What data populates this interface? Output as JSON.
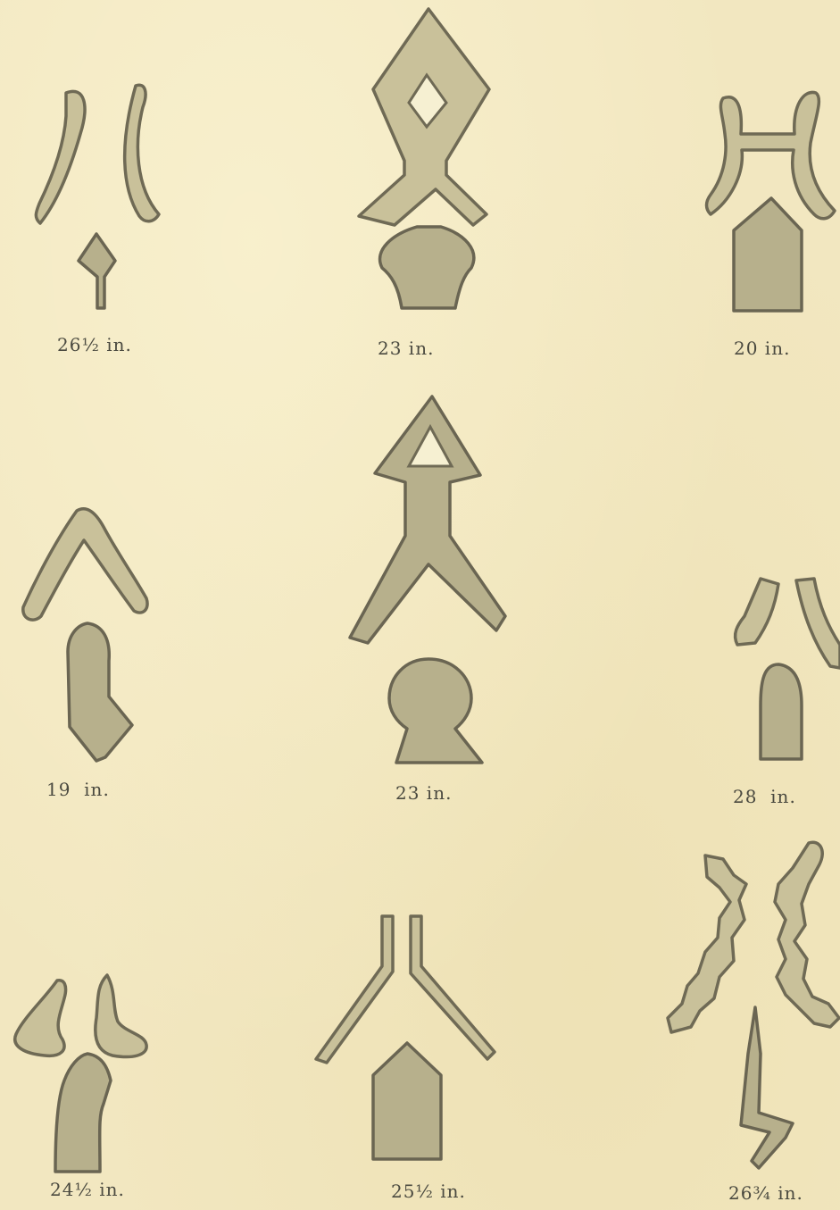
{
  "plate": {
    "background_color": "#f2e7c0",
    "shape_fill": "#c9c19a",
    "shape_outline": "#6f6a55"
  },
  "figures": [
    {
      "icon": "curved-bars-with-lozenge-icon",
      "caption": "26½ in."
    },
    {
      "icon": "diamond-with-forked-legs-and-shell-icon",
      "caption": "23 in."
    },
    {
      "icon": "h-bar-with-pointed-tablet-icon",
      "caption": "20 in."
    },
    {
      "icon": "chevron-with-pointed-blade-icon",
      "caption": "19  in."
    },
    {
      "icon": "triangle-figure-with-circle-base-icon",
      "caption": "23 in."
    },
    {
      "icon": "slanted-bars-with-rounded-block-icon",
      "caption": "28  in."
    },
    {
      "icon": "horns-with-curved-blade-icon",
      "caption": "24½ in."
    },
    {
      "icon": "inverted-v-with-pointed-tablet-icon",
      "caption": "25½ in."
    },
    {
      "icon": "zigzag-bars-with-lightning-icon",
      "caption": "26¾ in."
    }
  ]
}
